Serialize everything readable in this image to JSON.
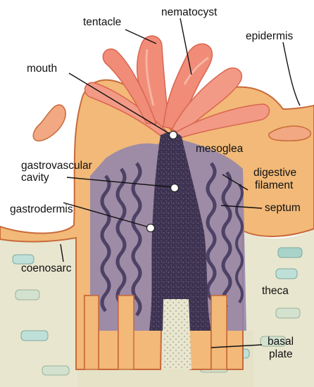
{
  "labels": {
    "tentacle": "tentacle",
    "nematocyst": "nematocyst",
    "epidermis": "epidermis",
    "mouth": "mouth",
    "mesoglea": "mesoglea",
    "gastrovascular_1": "gastrovascular",
    "gastrovascular_2": "cavity",
    "digestive_1": "digestive",
    "digestive_2": "filament",
    "gastrodermis": "gastrodermis",
    "septum": "septum",
    "coenosarc": "coenosarc",
    "theca": "theca",
    "basal_1": "basal",
    "basal_2": "plate"
  },
  "colors": {
    "tentacle": "#f08c78",
    "tentacle_dark": "#d9664f",
    "body_tissue": "#f2b978",
    "body_edge": "#c86a3a",
    "gastro_purple": "#7a6a9a",
    "cavity_dark": "#3d3350",
    "skeleton": "#e8e6cf",
    "sediment_block": "#a9d3c8",
    "text": "#111111"
  }
}
